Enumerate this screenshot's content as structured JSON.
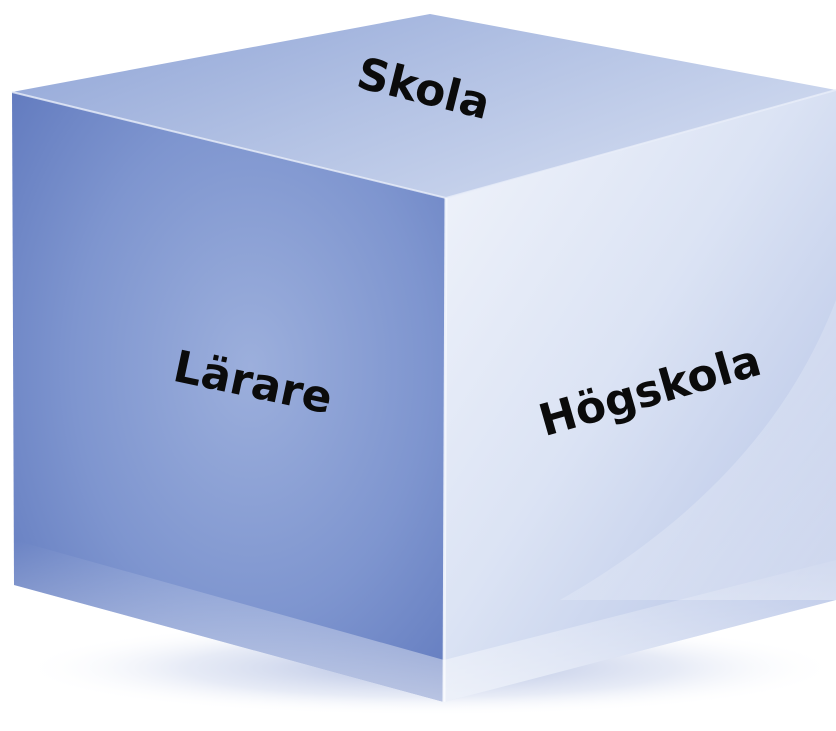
{
  "cube": {
    "top_face_label": "Skola",
    "left_face_label": "Lärare",
    "right_face_label": "Högskola"
  },
  "colors": {
    "top_face": "#aebedf",
    "left_face": "#6f86c6",
    "right_face": "#dde4f4",
    "shadow": "#7f95c9",
    "text": "#0b0b0b"
  }
}
